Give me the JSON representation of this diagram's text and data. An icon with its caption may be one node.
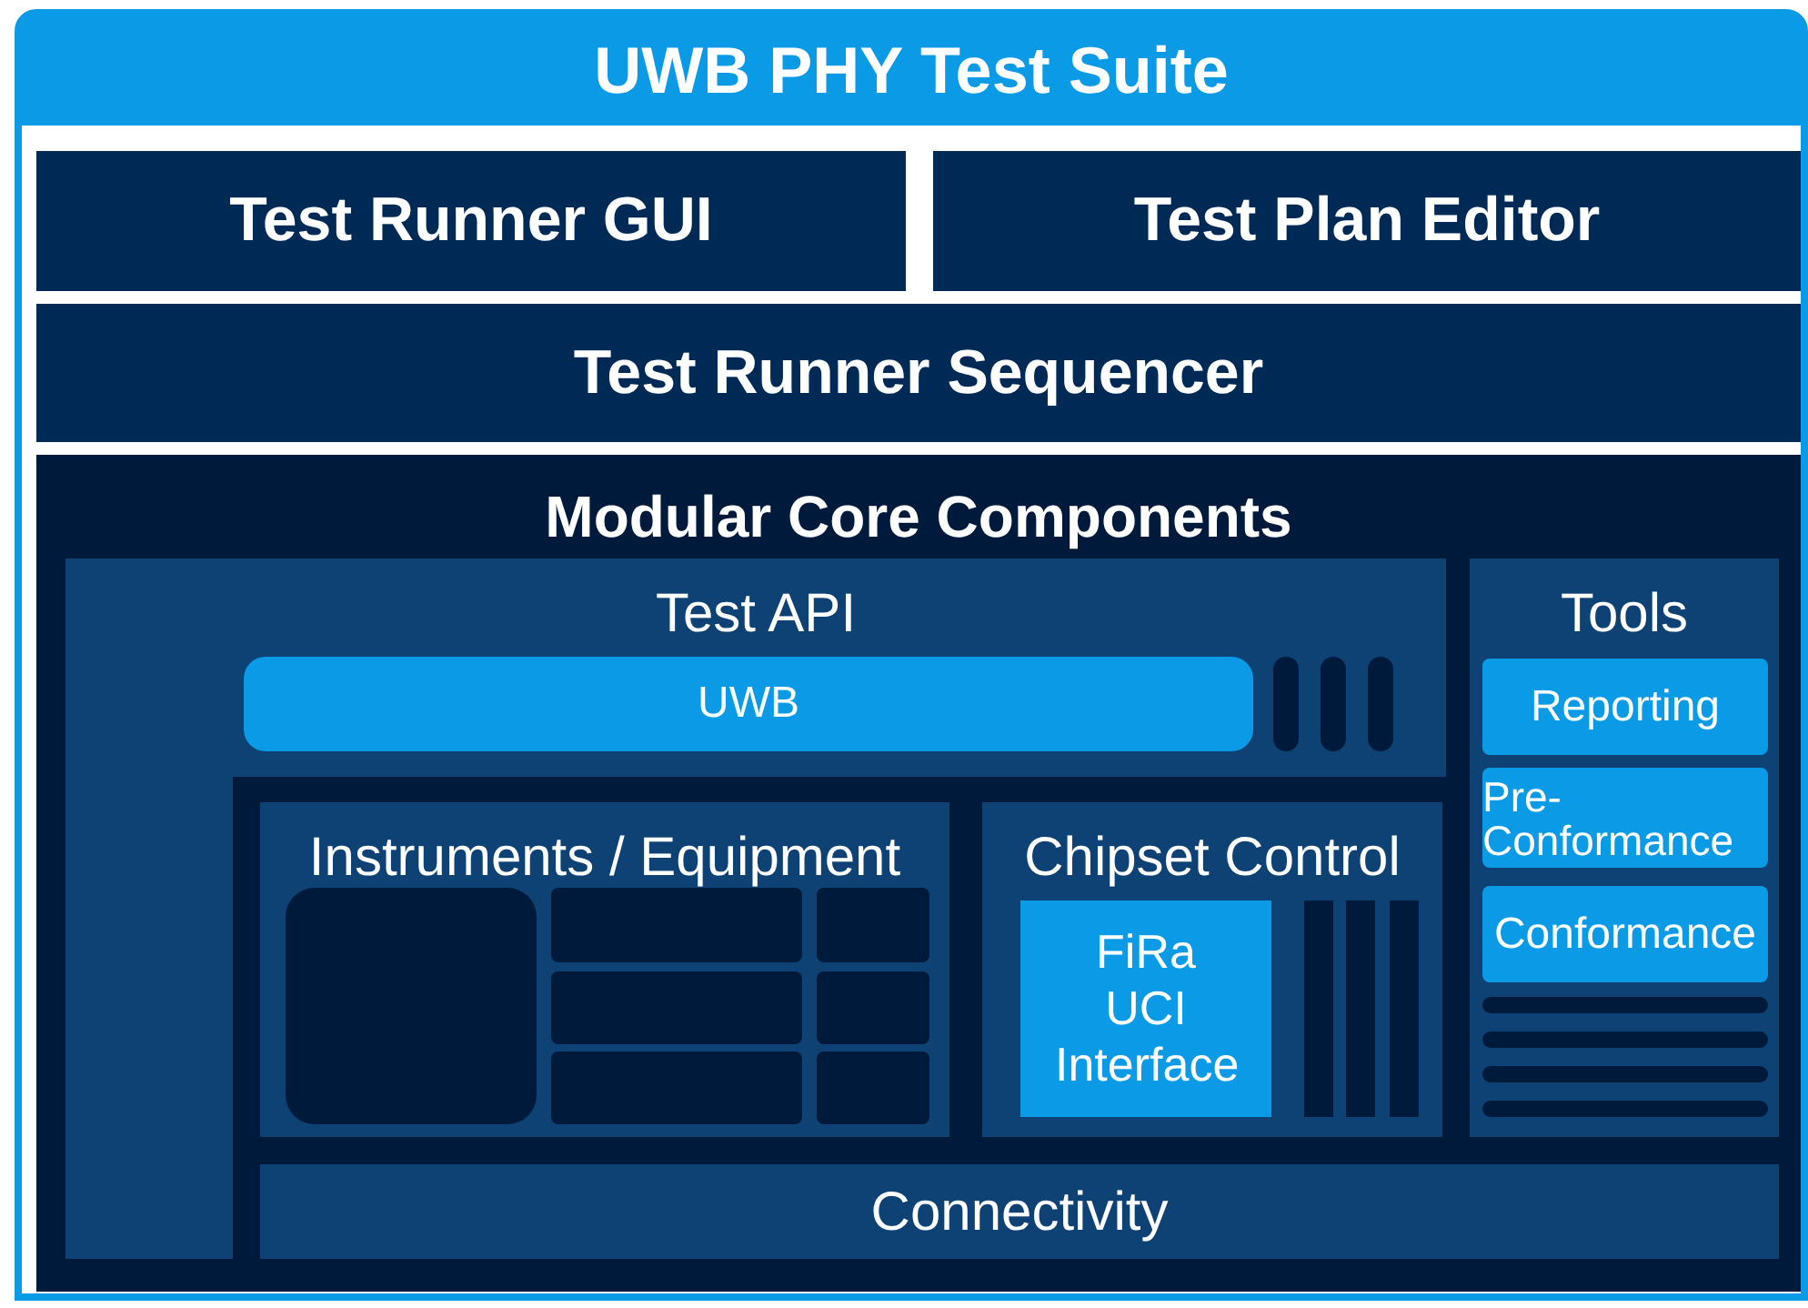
{
  "diagram": {
    "nodes": [
      {
        "text": [
          "UWB PHY Test Suite"
        ]
      },
      {
        "text": [
          "Test Runner GUI"
        ],
        "in": 0
      },
      {
        "text": [
          "Test Plan Editor"
        ],
        "in": 0
      },
      {
        "text": [
          "Test Runner Sequencer"
        ],
        "in": 0
      },
      {
        "text": [
          "Modular Core Components"
        ],
        "in": 0
      },
      {
        "text": [
          "Test API"
        ],
        "in": 4
      },
      {
        "text": [
          "UWB"
        ],
        "in": 5
      },
      {
        "text": [],
        "shape": "bar",
        "in": 5
      },
      {
        "text": [],
        "shape": "bar",
        "in": 5
      },
      {
        "text": [],
        "shape": "bar",
        "in": 5
      },
      {
        "text": [
          "Tools"
        ],
        "in": 4
      },
      {
        "text": [
          "Reporting"
        ],
        "in": 10
      },
      {
        "text": [
          "Pre-Conformance"
        ],
        "in": 10
      },
      {
        "text": [
          "Conformance"
        ],
        "in": 10
      },
      {
        "text": [],
        "shape": "bar",
        "in": 10
      },
      {
        "text": [],
        "shape": "bar",
        "in": 10
      },
      {
        "text": [],
        "shape": "bar",
        "in": 10
      },
      {
        "text": [],
        "shape": "bar",
        "in": 10
      },
      {
        "text": [
          "Instruments / Equipment"
        ],
        "in": 4
      },
      {
        "text": [],
        "shape": "box",
        "in": 18
      },
      {
        "text": [],
        "shape": "box",
        "in": 18
      },
      {
        "text": [],
        "shape": "box",
        "in": 18
      },
      {
        "text": [],
        "shape": "box",
        "in": 18
      },
      {
        "text": [],
        "shape": "box",
        "in": 18
      },
      {
        "text": [],
        "shape": "box",
        "in": 18
      },
      {
        "text": [],
        "shape": "box",
        "in": 18
      },
      {
        "text": [
          "Chipset Control"
        ],
        "in": 4
      },
      {
        "text": [
          "FiRa UCI Interface"
        ],
        "in": 26
      },
      {
        "text": [],
        "shape": "box",
        "in": 26
      },
      {
        "text": [],
        "shape": "box",
        "in": 26
      },
      {
        "text": [],
        "shape": "box",
        "in": 26
      },
      {
        "text": [
          "Connectivity"
        ],
        "in": 4
      },
      {
        "text": [],
        "shape": "box",
        "in": 4
      }
    ]
  }
}
